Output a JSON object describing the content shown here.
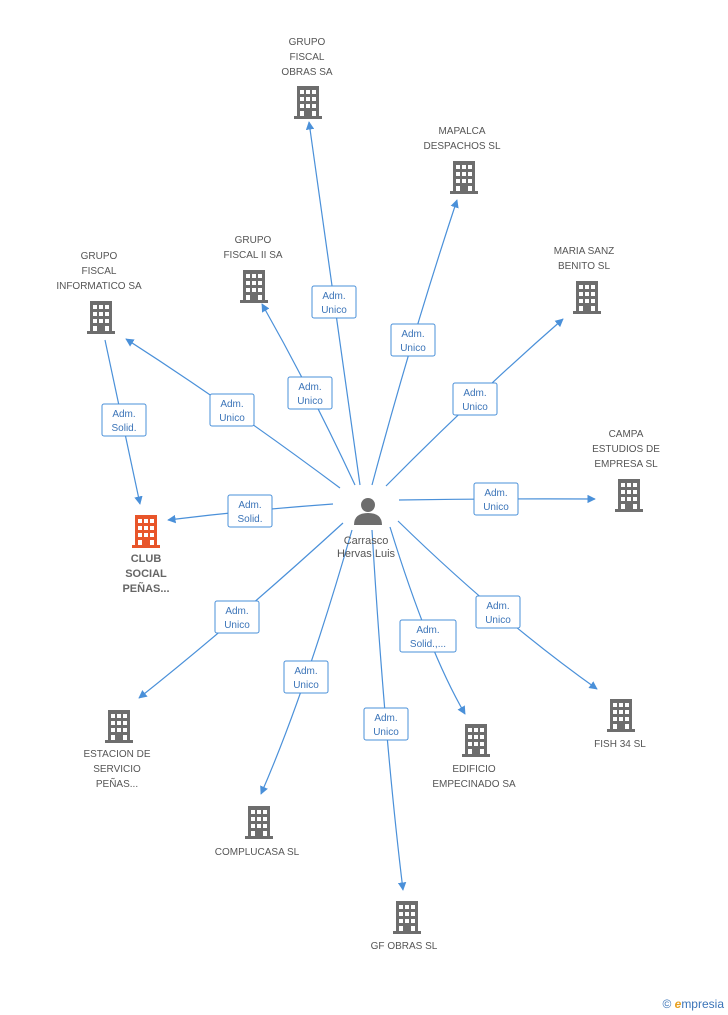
{
  "center": {
    "name_lines": [
      "Carrasco",
      "Hervas Luis"
    ],
    "icon": "person-icon"
  },
  "nodes": [
    {
      "id": "grupo-fiscal-obras",
      "lines": [
        "GRUPO",
        "FISCAL",
        "OBRAS SA"
      ],
      "edge_label": [
        "Adm.",
        "Unico"
      ],
      "direction": "out"
    },
    {
      "id": "mapalca",
      "lines": [
        "MAPALCA",
        "DESPACHOS SL"
      ],
      "edge_label": [
        "Adm.",
        "Unico"
      ],
      "direction": "out"
    },
    {
      "id": "grupo-fiscal-ii",
      "lines": [
        "GRUPO",
        "FISCAL II SA"
      ],
      "edge_label": [
        "Adm.",
        "Unico"
      ],
      "direction": "out"
    },
    {
      "id": "maria-sanz",
      "lines": [
        "MARIA SANZ",
        "BENITO SL"
      ],
      "edge_label": [
        "Adm.",
        "Unico"
      ],
      "direction": "out"
    },
    {
      "id": "grupo-fiscal-informatico",
      "lines": [
        "GRUPO",
        "FISCAL",
        "INFORMATICO SA"
      ],
      "edge_label": [
        "Adm.",
        "Unico"
      ],
      "direction": "out"
    },
    {
      "id": "campa",
      "lines": [
        "CAMPA",
        "ESTUDIOS DE",
        "EMPRESA SL"
      ],
      "edge_label": [
        "Adm.",
        "Unico"
      ],
      "direction": "out"
    },
    {
      "id": "club-social",
      "lines": [
        "CLUB",
        "SOCIAL",
        "PEÑAS..."
      ],
      "edge_label": [
        "Adm.",
        "Solid."
      ],
      "direction": "out",
      "highlight": true
    },
    {
      "id": "estacion",
      "lines": [
        "ESTACION DE",
        "SERVICIO",
        "PEÑAS..."
      ],
      "edge_label": [
        "Adm.",
        "Unico"
      ],
      "direction": "out"
    },
    {
      "id": "complucasa",
      "lines": [
        "COMPLUCASA SL"
      ],
      "edge_label": [
        "Adm.",
        "Unico"
      ],
      "direction": "out"
    },
    {
      "id": "gf-obras",
      "lines": [
        "GF OBRAS  SL"
      ],
      "edge_label": [
        "Adm.",
        "Unico"
      ],
      "direction": "out"
    },
    {
      "id": "edificio",
      "lines": [
        "EDIFICIO",
        "EMPECINADO SA"
      ],
      "edge_label": [
        "Adm.",
        "Solid.,..."
      ],
      "direction": "out"
    },
    {
      "id": "fish34",
      "lines": [
        "FISH 34 SL"
      ],
      "edge_label": [
        "Adm.",
        "Unico"
      ],
      "direction": "out"
    }
  ],
  "secondary_edges": [
    {
      "from": "grupo-fiscal-informatico",
      "to": "club-social",
      "label": [
        "Adm.",
        "Solid."
      ]
    }
  ],
  "colors": {
    "edge": "#4a90d9",
    "building": "#6d6d6d",
    "highlight": "#e8552a",
    "label_text": "#3b74b8"
  },
  "credit": {
    "symbol": "©",
    "brand_initial": "e",
    "brand_rest": "mpresia"
  }
}
